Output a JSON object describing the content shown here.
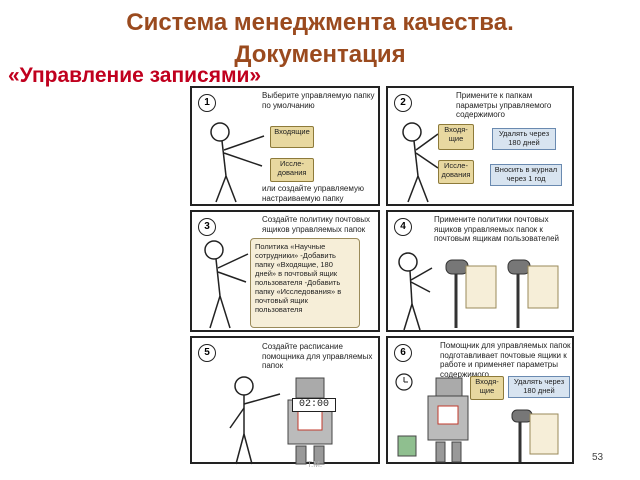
{
  "slide": {
    "title_line1": "Система менеджмента качества.",
    "title_line2": "Документация",
    "subtitle": "«Управление  записями»",
    "footer_text": "Т.М.",
    "page_number": "53"
  },
  "panels": [
    {
      "num": "1",
      "caption": "Выберите управляемую папку по умолчанию",
      "folder1": "Входящие",
      "folder2": "Иссле-дования",
      "bottom_note": "или создайте управляемую настраиваемую папку"
    },
    {
      "num": "2",
      "caption": "Примените к папкам параметры управляемого содержимого",
      "folder1": "Входя-щие",
      "folder2": "Иссле-дования",
      "action1": "Удалять через 180 дней",
      "action2": "Вносить в журнал через 1 год"
    },
    {
      "num": "3",
      "caption": "Создайте политику почтовых ящиков управляемых папок",
      "scroll_text": "Политика «Научные сотрудники» -Добавить папку «Входящие, 180 дней» в почтовый ящик пользователя -Добавить папку «Исследования» в почтовый ящик пользователя"
    },
    {
      "num": "4",
      "caption": "Примените политики почтовых ящиков управляемых папок к почтовым ящикам пользователей"
    },
    {
      "num": "5",
      "caption": "Создайте расписание помощника для управляемых папок",
      "clock": "02:00"
    },
    {
      "num": "6",
      "caption": "Помощник для управляемых папок подготавливает почтовые ящики к работе и применяет параметры содержимого",
      "folder1": "Входя-щие",
      "action1": "Удалять через 180 дней"
    }
  ]
}
